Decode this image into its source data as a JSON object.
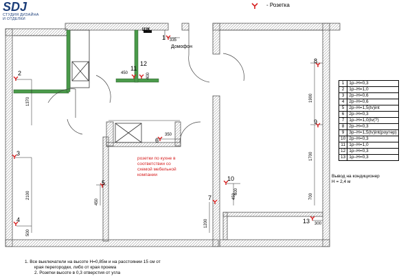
{
  "logo": {
    "mark": "SDJ",
    "line1": "СТУДИЯ ДИЗАЙНА",
    "line2": "И ОТДЕЛКИ"
  },
  "legend": {
    "label": "- Розетка",
    "marker_color": "#d61d1d"
  },
  "plan": {
    "wall_color": "#808080",
    "partition_color": "#3a8a3a",
    "shk_label": "ЩК",
    "domofon_label": "Домофон",
    "outlet_numbers": [
      "1",
      "2",
      "3",
      "4",
      "5",
      "6",
      "7",
      "8",
      "9",
      "10",
      "11",
      "12",
      "13"
    ],
    "dimensions": {
      "d1": "335",
      "d2": "1370",
      "d3": "2100",
      "d4": "500",
      "d5": "450",
      "d6": "450",
      "d7": "400",
      "d8": "350",
      "d9": "450",
      "d10": "1200",
      "d11": "600",
      "d12": "1900",
      "d13": "1700",
      "d14": "700",
      "d15": "300"
    }
  },
  "kitchen_note": "розетки по кухне в соответствии со схемой мебельной компании",
  "table": [
    {
      "n": "1",
      "v": "1р–Н=0,3"
    },
    {
      "n": "2",
      "v": "1р–Н=1,0"
    },
    {
      "n": "3",
      "v": "2р–Н=0,6"
    },
    {
      "n": "4",
      "v": "2р–Н=0,6"
    },
    {
      "n": "5",
      "v": "2р–Н=1,5(tv)int"
    },
    {
      "n": "6",
      "v": "2р–Н=0,3"
    },
    {
      "n": "7",
      "v": "1р–Н=1,0(tv(?)"
    },
    {
      "n": "8",
      "v": "2р–Н=0,3"
    },
    {
      "n": "9",
      "v": "3р–Н=1,5(tv)int(роутер)"
    },
    {
      "n": "10",
      "v": "2р–Н=0,3"
    },
    {
      "n": "11",
      "v": "1р–Н=1,0"
    },
    {
      "n": "12",
      "v": "1р–Н=0,3"
    },
    {
      "n": "13",
      "v": "1р–Н=0,3"
    }
  ],
  "ac_note": {
    "line1": "Вывод на кондиционер",
    "line2": "Н = 2,4 м"
  },
  "footnote": {
    "line1": "1.  Все выключатели на высоте Н=0,85м и на расстоянии 15 см от",
    "line2": "края перегородки, либо от края проема",
    "line3": "2.  Розетки высоте в 0,3 отверстия от угла"
  }
}
